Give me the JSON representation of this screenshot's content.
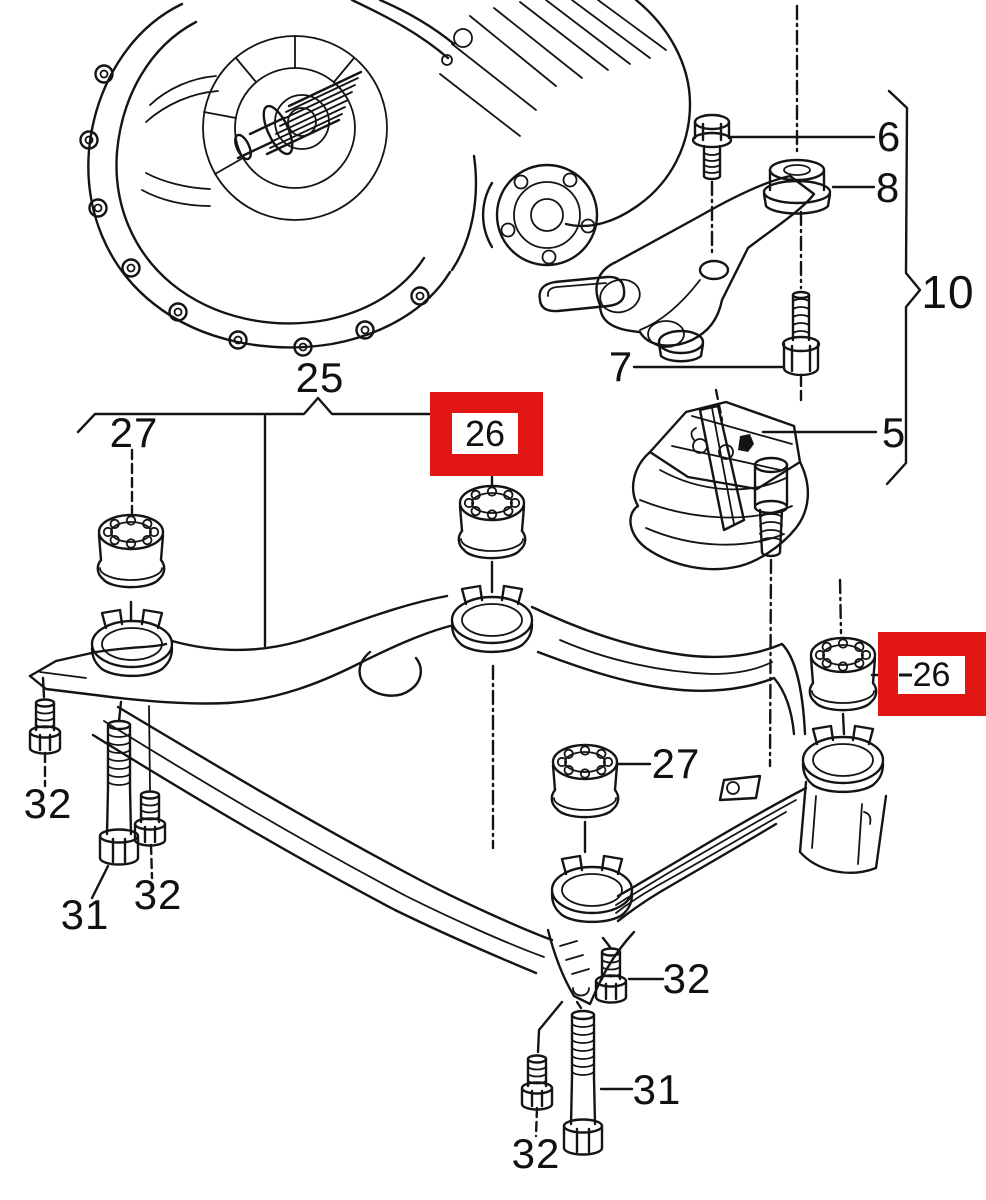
{
  "diagram": {
    "kind": "exploded-parts-diagram",
    "highlight_note": "two callouts 26 are highlighted with red boxes"
  },
  "colors": {
    "background": "#ffffff",
    "line_art": "#141414",
    "highlight_red": "#e31616",
    "highlight_inner": "#ffffff",
    "label_text": "#111111"
  },
  "callouts": {
    "bolt_6": "6",
    "bushing_8": "8",
    "mount_group_10": "10",
    "support_arm_7": "7",
    "engine_mount_5": "5",
    "subframe_25": "25",
    "bushing_27_left": "27",
    "bushing_27_center": "27",
    "bolt_31_left": "31",
    "bolt_31_bottom": "31",
    "bolt_32_far_left": "32",
    "bolt_32_left": "32",
    "bolt_32_bottom_left": "32",
    "bolt_32_bottom_right": "32"
  },
  "highlights": {
    "left": {
      "text": "26"
    },
    "right": {
      "text": "26"
    }
  }
}
